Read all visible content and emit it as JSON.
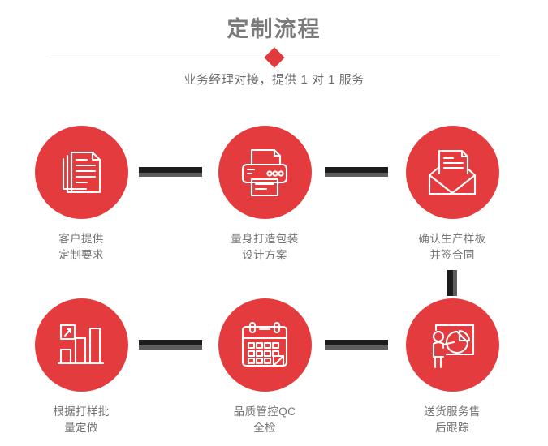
{
  "header": {
    "title": "定制流程",
    "subtitle": "业务经理对接，提供 1 对 1 服务",
    "divider_icon": "diamond-icon",
    "accent_color": "#e43c3e",
    "title_color": "#7a7a7a",
    "rule_color": "#c9c9c9"
  },
  "flow": {
    "connector_color": "#1c1c1c",
    "connector_shadow_color": "#5d5d5d",
    "steps": [
      {
        "index": 1,
        "icon": "documents-stack-icon",
        "line1": "客户提供",
        "line2": "定制要求"
      },
      {
        "index": 2,
        "icon": "printer-icon",
        "line1": "量身打造包装",
        "line2": "设计方案"
      },
      {
        "index": 3,
        "icon": "envelope-letter-icon",
        "line1": "确认生产样板",
        "line2": "并签合同"
      },
      {
        "index": 4,
        "icon": "bar-chart-growth-icon",
        "line1": "根据打样批",
        "line2": "量定做"
      },
      {
        "index": 5,
        "icon": "calendar-icon",
        "line1": "品质管控QC",
        "line2": "全检"
      },
      {
        "index": 6,
        "icon": "presenter-pie-chart-icon",
        "line1": "送货服务售",
        "line2": "后跟踪"
      }
    ],
    "connectors": [
      {
        "name": "connector-step1-step2",
        "orientation": "horizontal"
      },
      {
        "name": "connector-step2-step3",
        "orientation": "horizontal"
      },
      {
        "name": "connector-step4-step5",
        "orientation": "horizontal"
      },
      {
        "name": "connector-step5-step6",
        "orientation": "horizontal"
      },
      {
        "name": "connector-step3-step6",
        "orientation": "vertical"
      }
    ]
  }
}
